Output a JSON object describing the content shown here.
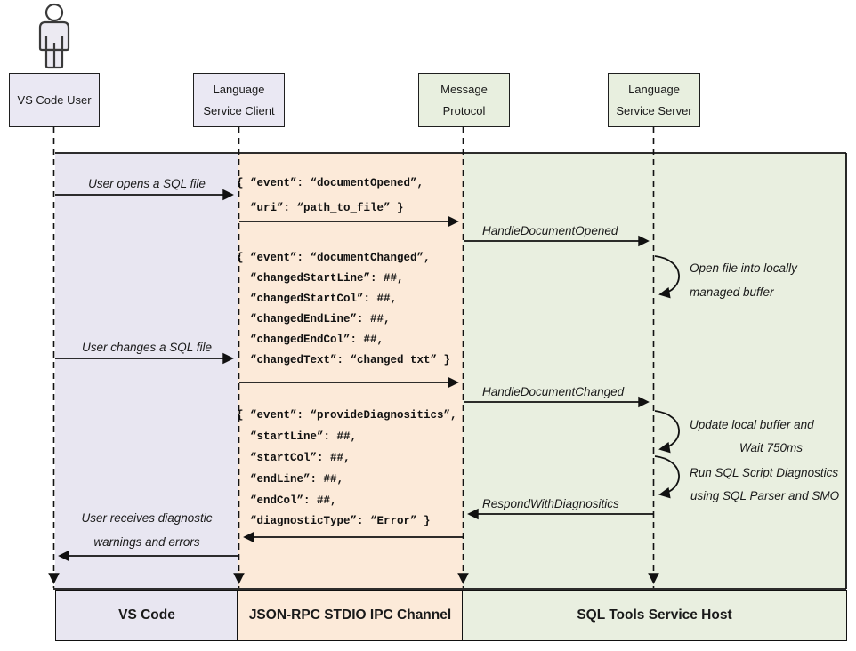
{
  "diagram_title": "VS Code SQL language service sequence diagram",
  "actors": {
    "user": {
      "line1": "VS Code User"
    },
    "client": {
      "line1": "Language",
      "line2": "Service Client"
    },
    "protocol": {
      "line1": "Message",
      "line2": "Protocol"
    },
    "server": {
      "line1": "Language",
      "line2": "Service Server"
    }
  },
  "labels": {
    "open_file": "User opens a SQL file",
    "handle_doc_opened": "HandleDocumentOpened",
    "loop1_l1": "Open file into locally",
    "loop1_l2": "managed buffer",
    "change_file": "User changes a SQL file",
    "handle_doc_changed": "HandleDocumentChanged",
    "loop2_l1": "Update local buffer and",
    "loop2_l2": "Wait 750ms",
    "loop3_l1": "Run SQL Script Diagnostics",
    "loop3_l2": "using SQL Parser and SMO",
    "respond_with_diag": "RespondWithDiagnositics",
    "receive_l1": "User receives diagnostic",
    "receive_l2": "warnings and errors"
  },
  "json_messages": {
    "document_opened": {
      "l1": "{ “event”: “documentOpened”,",
      "l2": "“uri”: “path_to_file” }"
    },
    "document_changed": {
      "l1": "{ “event”: “documentChanged”,",
      "l2": "“changedStartLine”: ##,",
      "l3": "“changedStartCol”: ##,",
      "l4": "“changedEndLine”: ##,",
      "l5": "“changedEndCol”: ##,",
      "l6": "“changedText”: “changed txt” }"
    },
    "provide_diagnostics": {
      "l1": "{ “event”: “provideDiagnositics”,",
      "l2": "“startLine”: ##,",
      "l3": "“startCol”: ##,",
      "l4": "“endLine”: ##,",
      "l5": "“endCol”: ##,",
      "l6": "“diagnosticType”: “Error” }"
    }
  },
  "footers": {
    "left": "VS Code",
    "middle": "JSON-RPC STDIO IPC Channel",
    "right": "SQL Tools Service Host"
  },
  "colors": {
    "lavender_band": "#e8e6f1",
    "peach_band": "#fcead9",
    "green_band": "#e9efe0",
    "stroke": "#111111"
  }
}
